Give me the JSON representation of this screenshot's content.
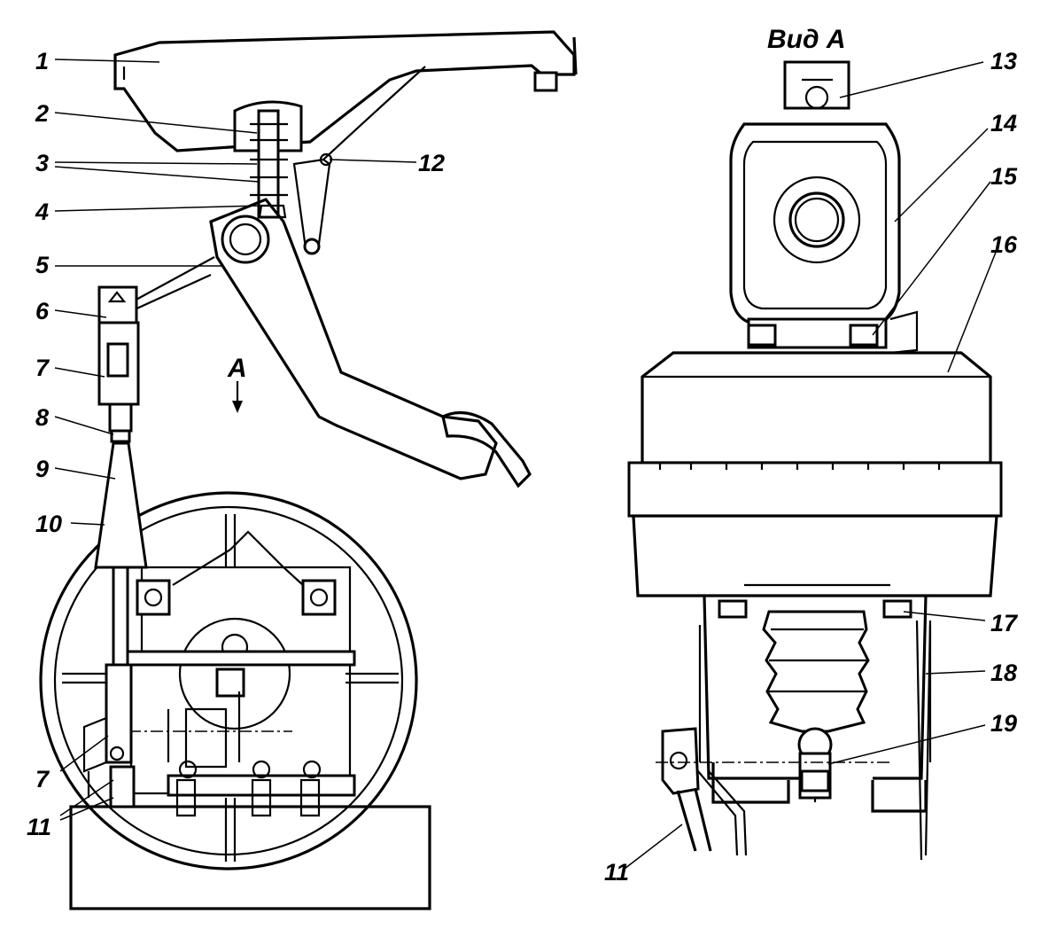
{
  "view_title": "Вид А",
  "arrow_label": "А",
  "callouts": {
    "c1": "1",
    "c2": "2",
    "c3": "3",
    "c4": "4",
    "c5": "5",
    "c6": "6",
    "c7a": "7",
    "c7b": "7",
    "c8": "8",
    "c9": "9",
    "c10": "10",
    "c11a": "11",
    "c11b": "11",
    "c12": "12",
    "c13": "13",
    "c14": "14",
    "c15": "15",
    "c16": "16",
    "c17": "17",
    "c18": "18",
    "c19": "19"
  }
}
